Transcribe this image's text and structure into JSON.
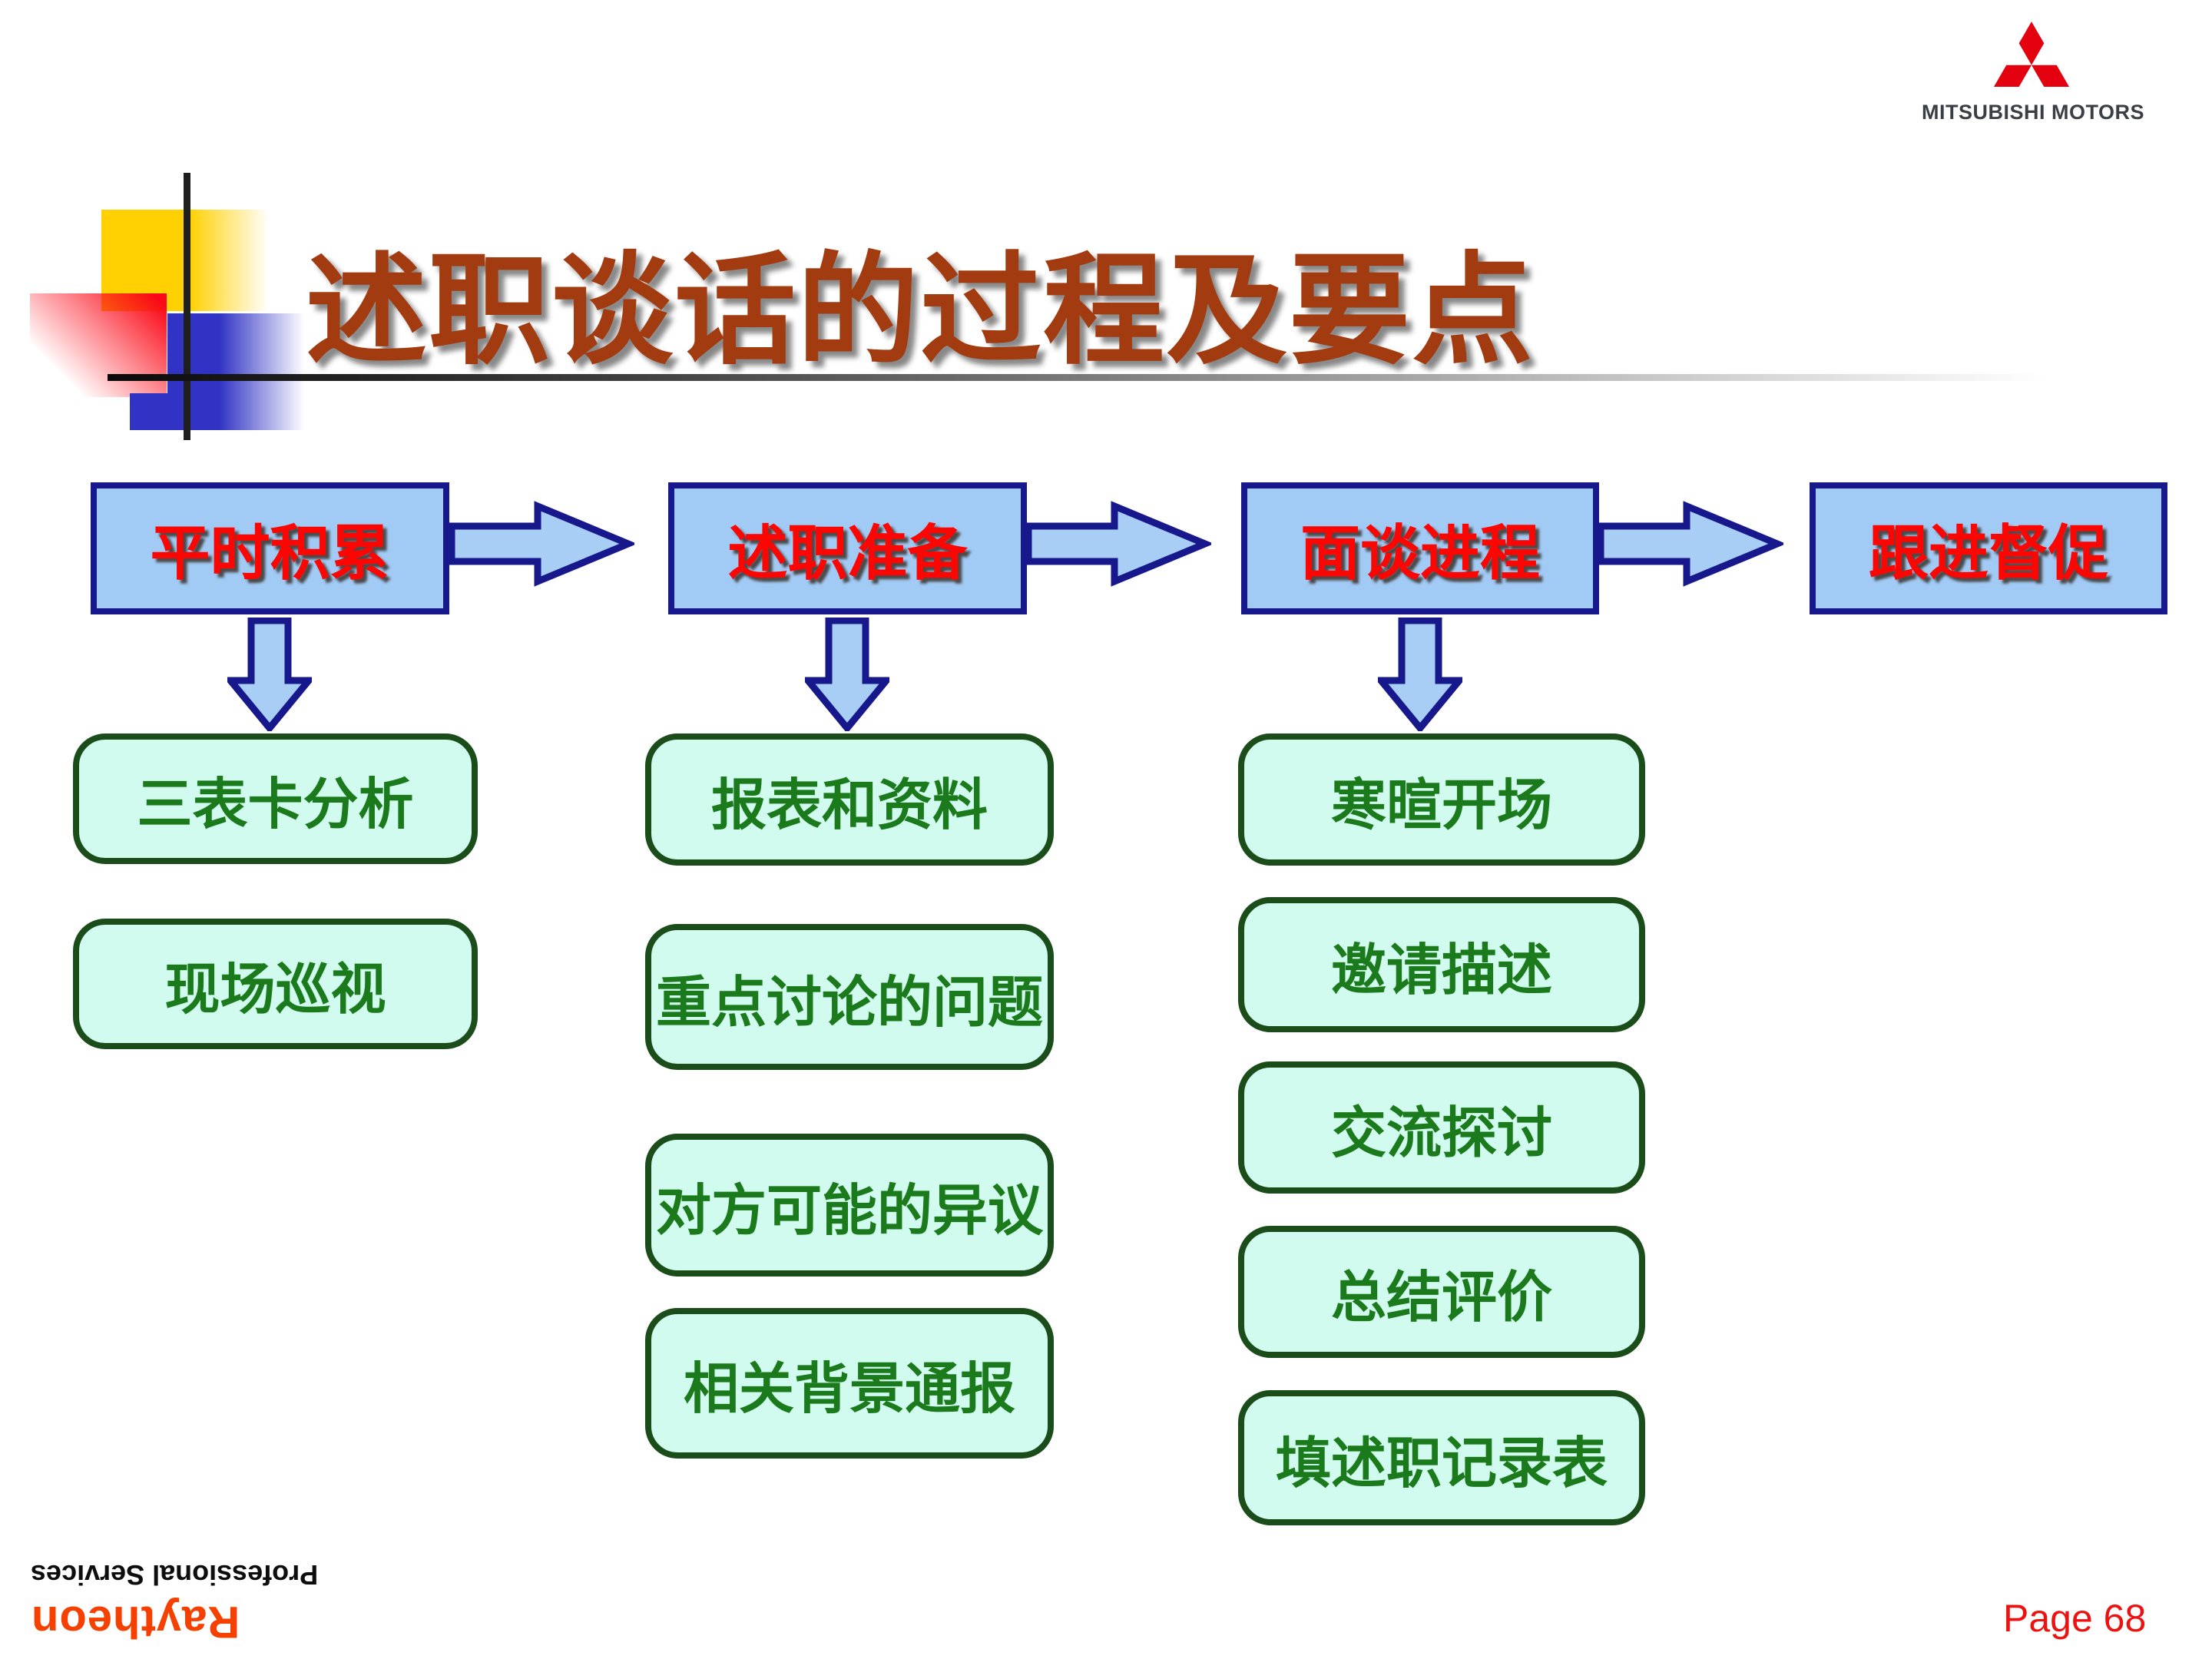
{
  "slide": {
    "title": "述职谈话的过程及要点",
    "page_number": "Page 68"
  },
  "branding": {
    "mitsubishi": {
      "logo_icon": "mitsubishi-three-diamonds",
      "wordmark": "MITSUBISHI MOTORS"
    },
    "raytheon": {
      "wordmark": "Raytheon",
      "tagline": "Professional Services"
    }
  },
  "flow": {
    "stages": [
      {
        "label": "平时积累",
        "items": [
          "三表卡分析",
          "现场巡视"
        ]
      },
      {
        "label": "述职准备",
        "items": [
          "报表和资料",
          "重点讨论的问题",
          "对方可能的异议",
          "相关背景通报"
        ]
      },
      {
        "label": "面谈进程",
        "items": [
          "寒暄开场",
          "邀请描述",
          "交流探讨",
          "总结评价",
          "填述职记录表"
        ]
      },
      {
        "label": "跟进督促",
        "items": []
      }
    ]
  },
  "colors": {
    "title_text": "#A23C10",
    "stage_fill": "#A1CAF4",
    "stage_border": "#16188C",
    "stage_text": "#FB0603",
    "item_fill": "#D2FBF0",
    "item_border": "#1B4D1B",
    "item_text": "#1B7A1B",
    "arrow_fill": "#A8CEF5",
    "arrow_border": "#16188C",
    "mitsubishi_red": "#E3000F",
    "raytheon_orange": "#F54000",
    "page_number_red": "#ED1212"
  }
}
